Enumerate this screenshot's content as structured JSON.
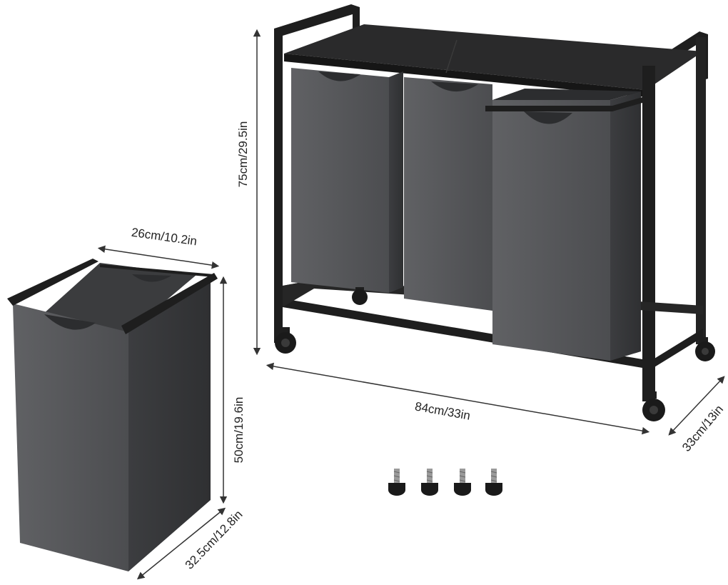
{
  "product": {
    "dimensions": {
      "bag_width": "26cm/10.2in",
      "bag_height": "50cm/19.6in",
      "bag_depth": "32.5cm/12.8in",
      "cart_height": "75cm/29.5in",
      "cart_width": "84cm/33in",
      "cart_depth": "33cm/13in"
    },
    "bin_count": 3,
    "leveling_feet_count": 4
  },
  "colors": {
    "frame": "#1e1e1e",
    "bag": "#595a5c",
    "bag_dark": "#3b3c3e",
    "bag_inner": "#2c2d2f",
    "top_panel": "#2a2a2b",
    "dim_line": "#333333"
  }
}
